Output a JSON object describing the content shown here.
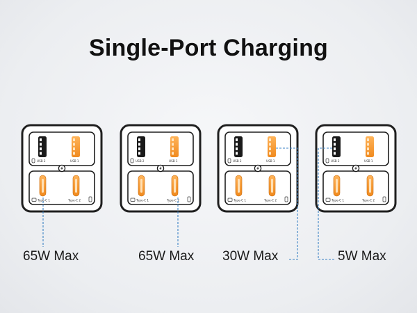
{
  "title": "Single-Port Charging",
  "port_labels": {
    "usb2": "USB 2",
    "usb1": "USB 1",
    "typec1": "Type-C 1",
    "typec2": "Type-C 2"
  },
  "charger_icon": "charging-bolt-icon",
  "colors": {
    "usb_a_black": "#1a1a1a",
    "usb_c_orange": "#f39a2e",
    "port_accent": "#ff8a1c",
    "leader_line": "#3b82c4",
    "panel_border": "#1f1f1f",
    "panel_fill": "#ffffff"
  },
  "configurations": [
    {
      "max_label": "65W Max",
      "active_port": "Type-C 1"
    },
    {
      "max_label": "65W Max",
      "active_port": "Type-C 2"
    },
    {
      "max_label": "30W Max",
      "active_port": "USB 1"
    },
    {
      "max_label": "5W Max",
      "active_port": "USB 2"
    }
  ]
}
